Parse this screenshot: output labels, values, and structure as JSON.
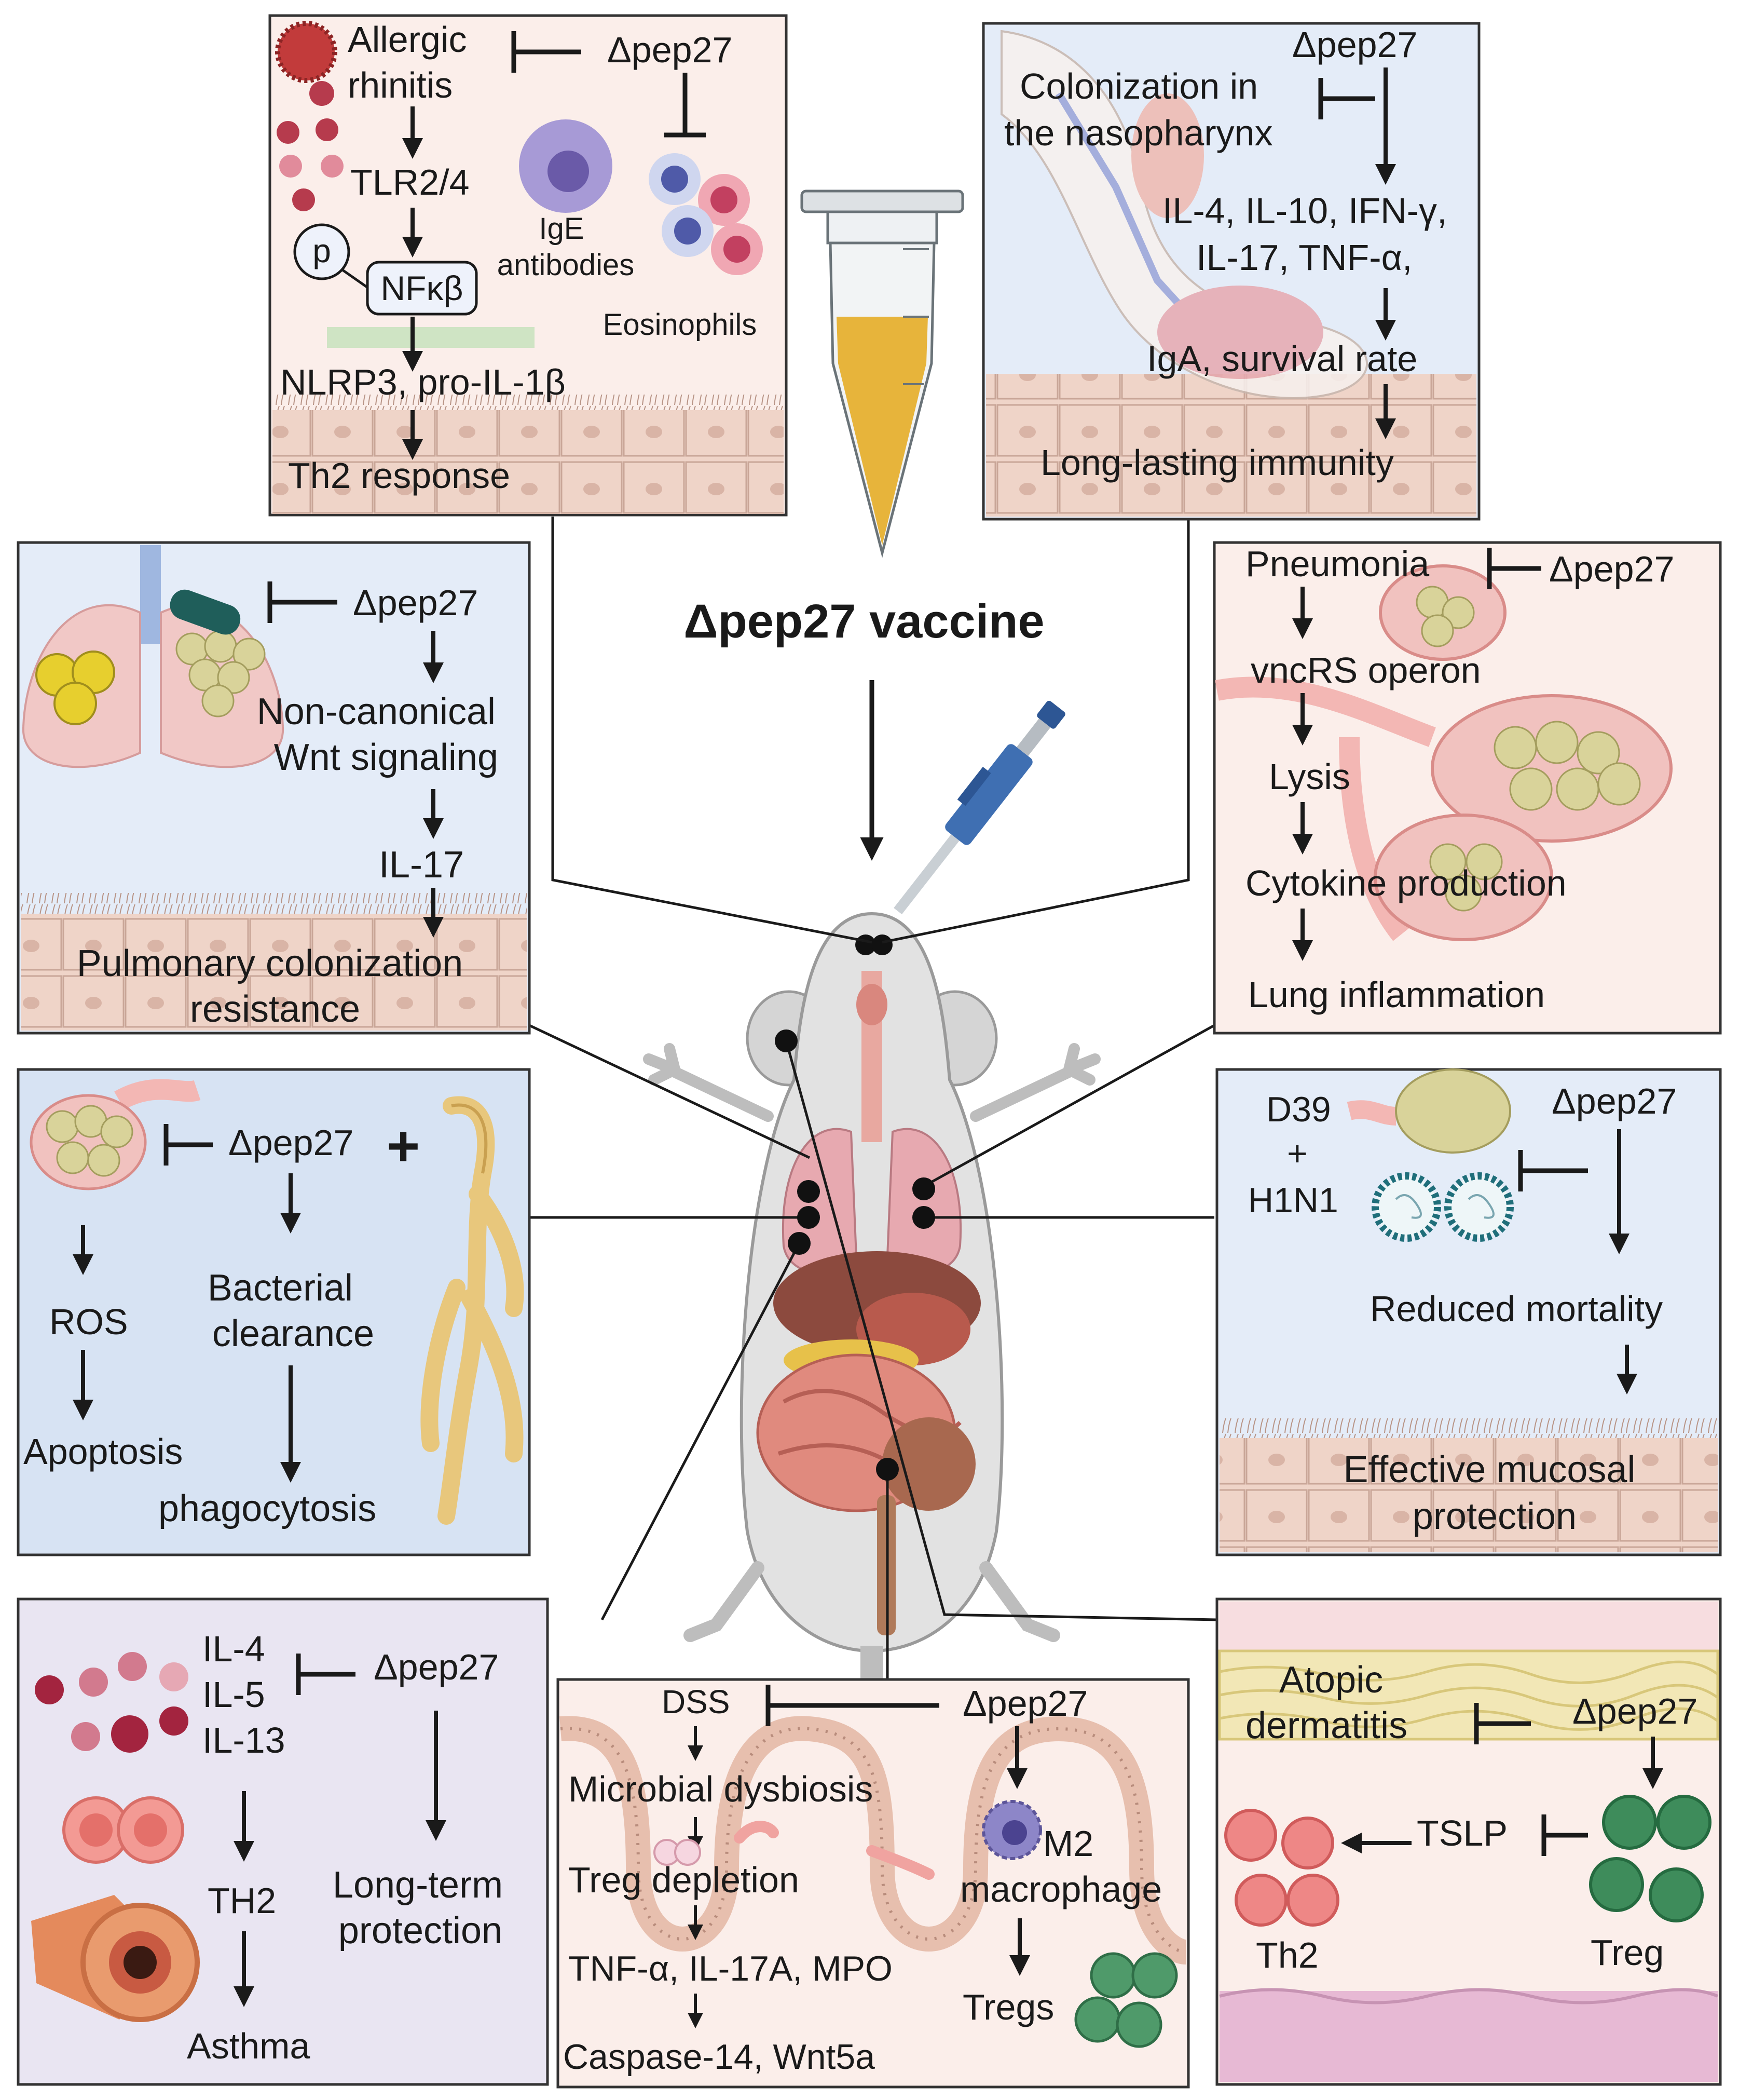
{
  "center": {
    "title": "Δpep27 vaccine"
  },
  "panels": {
    "allergic_rhinitis": {
      "condition": [
        "Allergic",
        "rhinitis"
      ],
      "vaccine": "Δpep27",
      "steps": [
        "TLR2/4",
        "NFκβ",
        "NLRP3, pro-IL-1β",
        "Th2 response"
      ],
      "p_label": "p",
      "ige": [
        "IgE",
        "antibodies"
      ],
      "eosinophils": "Eosinophils"
    },
    "colonization": {
      "vaccine": "Δpep27",
      "condition": [
        "Colonization in",
        "the nasopharynx"
      ],
      "cytokines": [
        "IL-4, IL-10, IFN-γ,",
        "IL-17, TNF-α,"
      ],
      "iga": "IgA, survival rate",
      "result": "Long-lasting immunity"
    },
    "pulmonary": {
      "vaccine": "Δpep27",
      "signaling": [
        "Non-canonical",
        "Wnt signaling"
      ],
      "cytokine": "IL-17",
      "result": [
        "Pulmonary colonization",
        "resistance"
      ]
    },
    "pneumonia": {
      "condition": "Pneumonia",
      "vaccine": "Δpep27",
      "steps": [
        "vncRS operon",
        "Lysis",
        "Cytokine production",
        "Lung inflammation"
      ]
    },
    "bacterial_clearance": {
      "vaccine": "Δpep27",
      "plus": "+",
      "left": [
        "ROS",
        "Apoptosis"
      ],
      "middle": [
        "Bacterial",
        "clearance"
      ],
      "bottom": "phagocytosis"
    },
    "coinfection": {
      "strain": "D39",
      "plus": "+",
      "virus": "H1N1",
      "vaccine": "Δpep27",
      "effect": "Reduced mortality",
      "result": [
        "Effective mucosal",
        "protection"
      ]
    },
    "asthma": {
      "cytokines": [
        "IL-4",
        "IL-5",
        "IL-13"
      ],
      "vaccine": "Δpep27",
      "th": "TH2",
      "disease": "Asthma",
      "protection": [
        "Long-term",
        "protection"
      ]
    },
    "colitis": {
      "dss": "DSS",
      "vaccine": "Δpep27",
      "steps": [
        "Microbial dysbiosis",
        "Treg depletion",
        "TNF-α, IL-17A, MPO",
        "Caspase-14, Wnt5a"
      ],
      "macrophage": [
        "M2",
        "macrophage"
      ],
      "tregs": "Tregs"
    },
    "dermatitis": {
      "condition": [
        "Atopic",
        "dermatitis"
      ],
      "vaccine": "Δpep27",
      "tslp": "TSLP",
      "th2": "Th2",
      "treg": "Treg"
    }
  },
  "colors": {
    "panel_pink": "#fbeeea",
    "panel_blue": "#e4ecf8",
    "panel_lavender": "#e9e5f2",
    "epithelium": "#efd4c8",
    "mouse_gray": "#dcdcdc",
    "lung_pink": "#e7a9b0",
    "bacteria": "#d9d39a",
    "cell_red": "#e46b6b",
    "cell_green": "#4f9a6a",
    "antibody_purple": "#a79ad6",
    "vaccine_gold": "#e7b43b"
  }
}
